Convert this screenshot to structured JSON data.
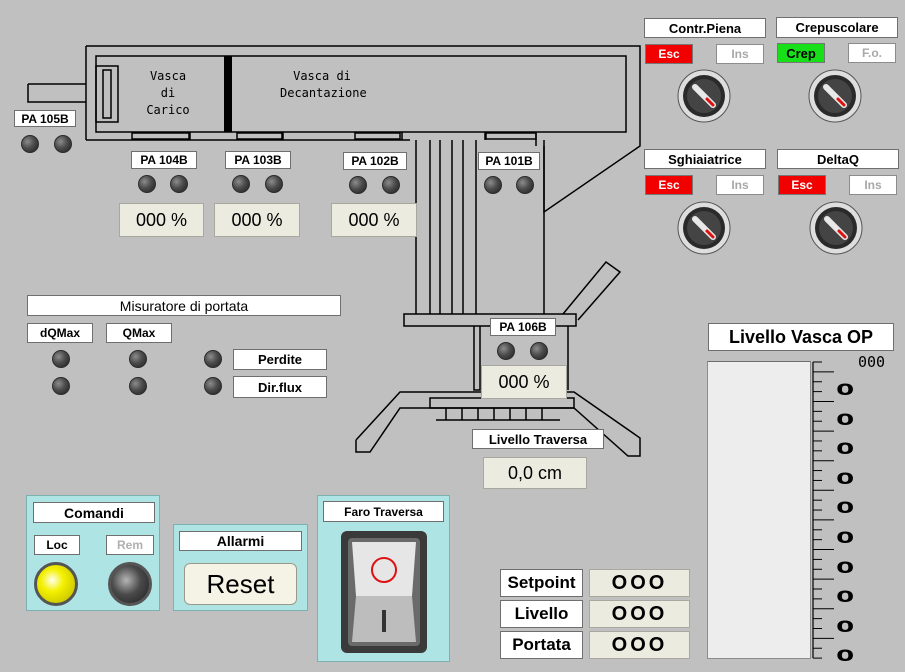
{
  "tank": {
    "vasca_carico": "Vasca di Carico",
    "vasca_decantazione": "Vasca di Decantazione"
  },
  "pa_labels": {
    "pa105b": "PA 105B",
    "pa104b": "PA 104B",
    "pa103b": "PA 103B",
    "pa102b": "PA 102B",
    "pa101b": "PA 101B",
    "pa106b": "PA 106B"
  },
  "pa_values": {
    "pa104b": "000 %",
    "pa103b": "000 %",
    "pa102b": "000 %",
    "pa106b": "000 %"
  },
  "selectors": {
    "contr_piena": {
      "title": "Contr.Piena",
      "left": "Esc",
      "right": "Ins",
      "active": "left",
      "active_color": "#f20000"
    },
    "crepuscolare": {
      "title": "Crepuscolare",
      "left": "Crep",
      "right": "F.o.",
      "active": "left",
      "active_color": "#18e018"
    },
    "sghiaiatrice": {
      "title": "Sghiaiatrice",
      "left": "Esc",
      "right": "Ins",
      "active": "left",
      "active_color": "#f20000"
    },
    "deltaq": {
      "title": "DeltaQ",
      "left": "Esc",
      "right": "Ins",
      "active": "left",
      "active_color": "#f20000"
    }
  },
  "misuratore": {
    "title": "Misuratore di portata",
    "dqmax": "dQMax",
    "qmax": "QMax",
    "perdite": "Perdite",
    "dirflux": "Dir.flux"
  },
  "traversa": {
    "label": "Livello Traversa",
    "value": "0,0 cm"
  },
  "livello_vasca": {
    "title": "Livello Vasca OP",
    "top_value": "000",
    "scale_labels": [
      "O",
      "O",
      "O",
      "O",
      "O",
      "O",
      "O",
      "O",
      "O",
      "O"
    ]
  },
  "comandi": {
    "title": "Comandi",
    "loc": "Loc",
    "rem": "Rem",
    "loc_state": "on",
    "rem_state": "off"
  },
  "allarmi": {
    "title": "Allarmi",
    "reset": "Reset"
  },
  "faro": {
    "title": "Faro Traversa"
  },
  "readouts": [
    {
      "label": "Setpoint",
      "value": "OOO"
    },
    {
      "label": "Livello",
      "value": "OOO"
    },
    {
      "label": "Portata",
      "value": "OOO"
    }
  ],
  "colors": {
    "background": "#c0c0c0",
    "panel": "#aee4e4",
    "alarm_red": "#f20000",
    "ok_green": "#18e018",
    "lamp_yellow": "#f4f000"
  }
}
